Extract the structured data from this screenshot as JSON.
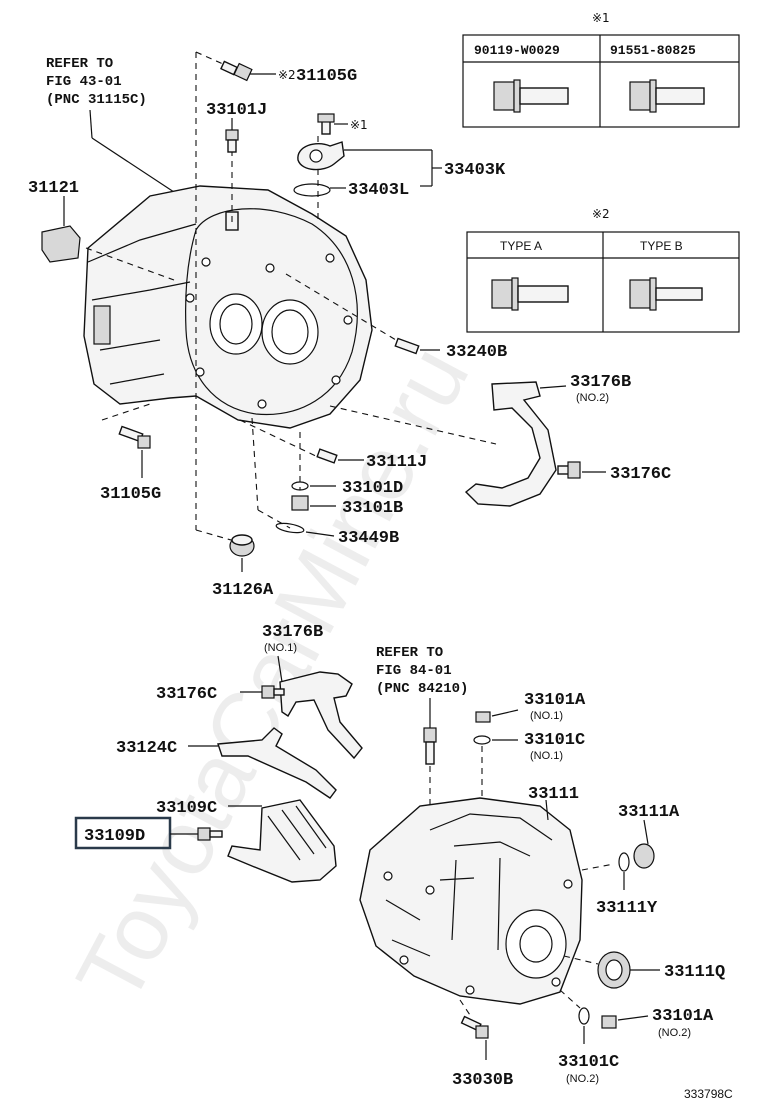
{
  "watermark": "ToyotaCarMine.ru",
  "figure_code": "333798C",
  "highlight": "33109D",
  "refs": {
    "top": [
      "REFER TO",
      "FIG 43-01",
      "(PNC 31115C)"
    ],
    "mid": [
      "REFER TO",
      "FIG 84-01",
      "(PNC 84210)"
    ]
  },
  "table1": {
    "mark": "※1",
    "cols": [
      "90119-W0029",
      "91551-80825"
    ]
  },
  "table2": {
    "mark": "※2",
    "cols": [
      "TYPE A",
      "TYPE B"
    ]
  },
  "marks": {
    "m2_31105G": "※2",
    "m1_bolt": "※1"
  },
  "labels": {
    "p31105G_top": "31105G",
    "p33101J": "33101J",
    "p33403K": "33403K",
    "p33403L": "33403L",
    "p31121": "31121",
    "p33240B": "33240B",
    "p33176B_top": "33176B",
    "p33176B_top_sub": "(NO.2)",
    "p33176C_top": "33176C",
    "p31105G_bot": "31105G",
    "p33111J": "33111J",
    "p33101D": "33101D",
    "p33101B": "33101B",
    "p33449B": "33449B",
    "p31126A": "31126A",
    "p33176B_bot": "33176B",
    "p33176B_bot_sub": "(NO.1)",
    "p33176C_bot": "33176C",
    "p33124C": "33124C",
    "p33109C": "33109C",
    "p33109D": "33109D",
    "p33101A_top": "33101A",
    "p33101A_top_sub": "(NO.1)",
    "p33101C_top": "33101C",
    "p33101C_top_sub": "(NO.1)",
    "p33111": "33111",
    "p33111A": "33111A",
    "p33111Y": "33111Y",
    "p33111Q": "33111Q",
    "p33101A_bot": "33101A",
    "p33101A_bot_sub": "(NO.2)",
    "p33101C_bot": "33101C",
    "p33101C_bot_sub": "(NO.2)",
    "p33030B": "33030B"
  }
}
